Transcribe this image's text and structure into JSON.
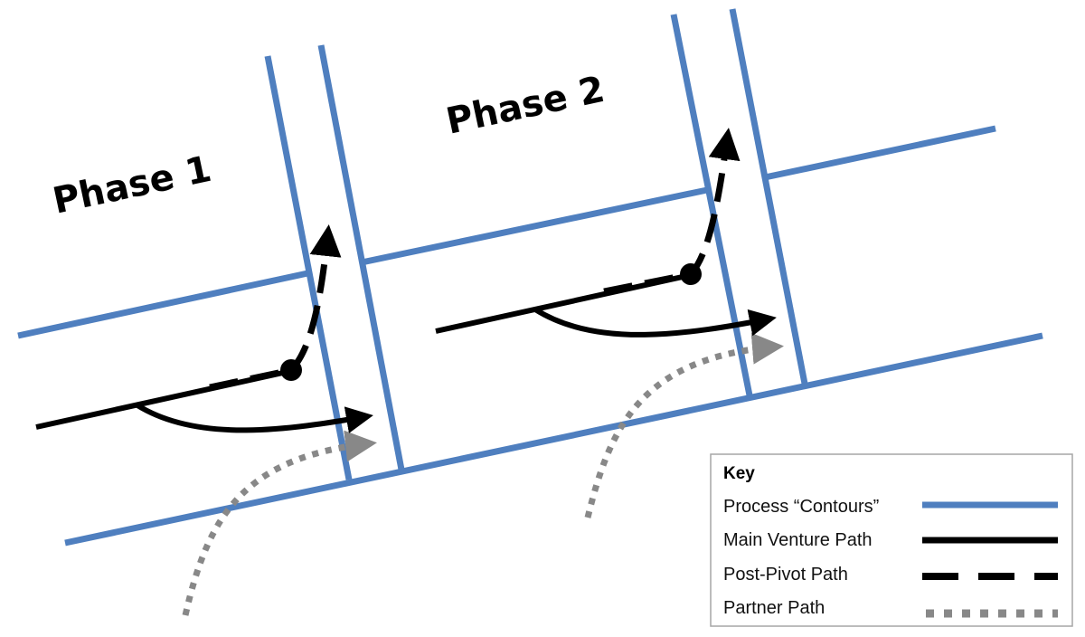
{
  "labels": {
    "phase1": "Phase 1",
    "phase2": "Phase 2"
  },
  "key": {
    "title": "Key",
    "items": [
      {
        "label": "Process “Contours”",
        "style": "solid",
        "color": "#4f7fbf"
      },
      {
        "label": "Main Venture Path",
        "style": "solid",
        "color": "#000000"
      },
      {
        "label": "Post-Pivot Path",
        "style": "dashed",
        "color": "#000000"
      },
      {
        "label": "Partner Path",
        "style": "dotted",
        "color": "#888888"
      }
    ]
  },
  "colors": {
    "contour": "#4f7fbf",
    "main_path": "#000000",
    "pivot_path": "#000000",
    "partner_path": "#888888"
  }
}
